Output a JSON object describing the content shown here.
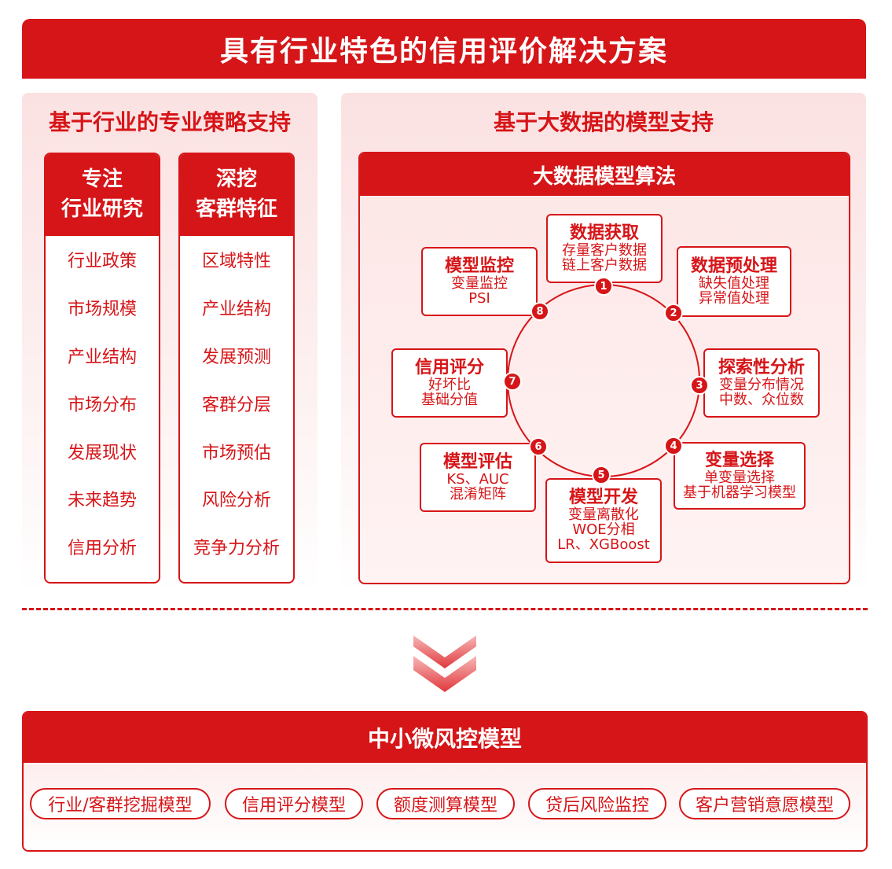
{
  "title": "具有行业特色的信用评价解决方案",
  "left_panel": {
    "title": "基于行业的专业策略支持",
    "columns": [
      {
        "head_line1": "专注",
        "head_line2": "行业研究",
        "items": [
          "行业政策",
          "市场规模",
          "产业结构",
          "市场分布",
          "发展现状",
          "未来趋势",
          "信用分析"
        ]
      },
      {
        "head_line1": "深挖",
        "head_line2": "客群特征",
        "items": [
          "区域特性",
          "产业结构",
          "发展预测",
          "客群分层",
          "市场预估",
          "风险分析",
          "竞争力分析"
        ]
      }
    ]
  },
  "right_panel": {
    "title": "基于大数据的模型支持",
    "algo_title": "大数据模型算法",
    "steps": [
      {
        "num": "1",
        "title": "数据获取",
        "lines": [
          "存量客户数据",
          "链上客户数据"
        ]
      },
      {
        "num": "2",
        "title": "数据预处理",
        "lines": [
          "缺失值处理",
          "异常值处理"
        ]
      },
      {
        "num": "3",
        "title": "探索性分析",
        "lines": [
          "变量分布情况",
          "中数、众位数"
        ]
      },
      {
        "num": "4",
        "title": "变量选择",
        "lines": [
          "单变量选择",
          "基于机器学习模型"
        ]
      },
      {
        "num": "5",
        "title": "模型开发",
        "lines": [
          "变量离散化",
          "WOE分相",
          "LR、XGBoost"
        ]
      },
      {
        "num": "6",
        "title": "模型评估",
        "lines": [
          "KS、AUC",
          "混淆矩阵"
        ]
      },
      {
        "num": "7",
        "title": "信用评分",
        "lines": [
          "好坏比",
          "基础分值"
        ]
      },
      {
        "num": "8",
        "title": "模型监控",
        "lines": [
          "变量监控",
          "PSI"
        ]
      }
    ]
  },
  "bottom": {
    "title": "中小微风控模型",
    "pills": [
      "行业/客群挖掘模型",
      "信用评分模型",
      "额度测算模型",
      "贷后风险监控",
      "客户营销意愿模型"
    ]
  },
  "colors": {
    "primary": "#d61518",
    "panel_bg": "#fbe1e2",
    "white": "#ffffff"
  },
  "icons": {
    "arrow": "chevron-down-icon"
  }
}
